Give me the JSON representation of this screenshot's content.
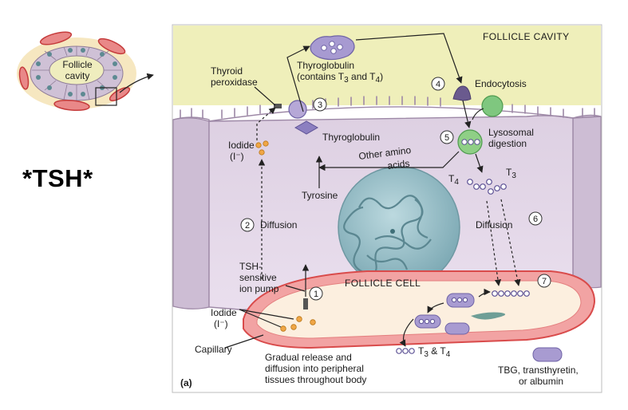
{
  "side_title": "*TSH*",
  "inset": {
    "line1": "Follicle",
    "line2": "cavity"
  },
  "follicle_cavity": "FOLLICLE CAVITY",
  "follicle_cell": "FOLLICLE CELL",
  "thyroid_peroxidase": {
    "line1": "Thyroid",
    "line2": "peroxidase"
  },
  "thyroglobulin_top": {
    "line1": "Thyroglobulin",
    "line2a": "(contains T",
    "sub1": "3",
    "line2b": " and T",
    "sub2": "4",
    "line2c": ")"
  },
  "thyroglobulin": "Thyroglobulin",
  "endocytosis": "Endocytosis",
  "lysosomal": {
    "line1": "Lysosomal",
    "line2": "digestion"
  },
  "iodide_cell": {
    "line1": "Iodide",
    "line2": "(I⁻)"
  },
  "other_amino": {
    "line1": "Other amino",
    "line2": "acids"
  },
  "tyrosine": "Tyrosine",
  "t4": "T",
  "t4_sub": "4",
  "t3": "T",
  "t3_sub": "3",
  "diffusion_left": "Diffusion",
  "diffusion_right": "Diffusion",
  "tsh_pump": {
    "line1": "TSH-",
    "line2": "sensitive",
    "line3": "ion pump"
  },
  "iodide_blood": {
    "line1": "Iodide",
    "line2": "(I⁻)"
  },
  "capillary": "Capillary",
  "release": {
    "line1": "Gradual release and",
    "line2": "diffusion into peripheral",
    "line3": "tissues throughout body"
  },
  "t3t4": {
    "a": "T",
    "a_sub": "3",
    "b": " & T",
    "b_sub": "4"
  },
  "tbg": {
    "line1": "TBG, transthyretin,",
    "line2": "or albumin"
  },
  "panel": "(a)",
  "steps": [
    "1",
    "2",
    "3",
    "4",
    "5",
    "6",
    "7"
  ],
  "colors": {
    "cytoplasm": "#e6d8ea",
    "membrane": "#c9b4cf",
    "colloid": "#eeeeb4",
    "nucleus": "#9fc4cc",
    "capillary_wall": "#e46a6a",
    "plasma": "#fbeedf",
    "iodide": "#f0a646",
    "hormone": "#8f86c4",
    "lysosome": "#7fc77f"
  }
}
